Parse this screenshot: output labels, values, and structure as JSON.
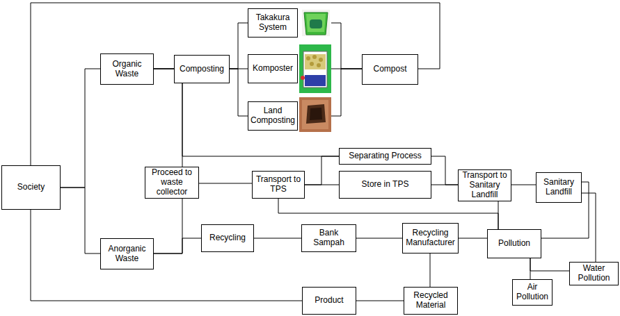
{
  "diagram": {
    "nodes": [
      {
        "text": [
          "Society"
        ]
      },
      {
        "text": [
          "Organic Waste"
        ]
      },
      {
        "text": [
          "Composting"
        ]
      },
      {
        "text": [
          "Takakura System"
        ]
      },
      {
        "text": [
          "Komposter"
        ]
      },
      {
        "text": [
          "Land Composting"
        ]
      },
      {
        "text": [
          "Compost"
        ]
      },
      {
        "text": [
          "Proceed to waste collector"
        ]
      },
      {
        "text": [
          "Transport to TPS"
        ]
      },
      {
        "text": [
          "Separating Process"
        ]
      },
      {
        "text": [
          "Store in TPS"
        ]
      },
      {
        "text": [
          "Transport to Sanitary Landfill"
        ]
      },
      {
        "text": [
          "Sanitary Landfill"
        ]
      },
      {
        "text": [
          "Anorganic Waste"
        ]
      },
      {
        "text": [
          "Recycling"
        ]
      },
      {
        "text": [
          "Bank Sampah"
        ]
      },
      {
        "text": [
          "Recycling Manufacturer"
        ]
      },
      {
        "text": [
          "Pollution"
        ]
      },
      {
        "text": [
          "Water Pollution"
        ]
      },
      {
        "text": [
          "Air Pollution"
        ]
      },
      {
        "text": [
          "Product"
        ]
      },
      {
        "text": [
          "Recycled Material"
        ]
      }
    ],
    "edges": [
      {
        "from": 0,
        "to": 1,
        "arrow": "none"
      },
      {
        "from": 0,
        "to": 13,
        "arrow": "none"
      },
      {
        "from": 1,
        "to": 2,
        "arrow": "none"
      },
      {
        "from": 2,
        "to": 3,
        "arrow": "none"
      },
      {
        "from": 2,
        "to": 4,
        "arrow": "none"
      },
      {
        "from": 2,
        "to": 5,
        "arrow": "none"
      },
      {
        "from": 3,
        "to": 6,
        "arrow": "none"
      },
      {
        "from": 4,
        "to": 6,
        "arrow": "none"
      },
      {
        "from": 5,
        "to": 6,
        "arrow": "none"
      },
      {
        "from": 0,
        "to": 6,
        "arrow": "none"
      },
      {
        "from": 1,
        "to": 7,
        "arrow": "none"
      },
      {
        "from": 1,
        "to": 9,
        "arrow": "none"
      },
      {
        "from": 13,
        "to": 7,
        "arrow": "none"
      },
      {
        "from": 13,
        "to": 14,
        "arrow": "none"
      },
      {
        "from": 7,
        "to": 8,
        "arrow": "none"
      },
      {
        "from": 8,
        "to": 9,
        "arrow": "none"
      },
      {
        "from": 8,
        "to": 10,
        "arrow": "none"
      },
      {
        "from": 9,
        "to": 11,
        "arrow": "none"
      },
      {
        "from": 10,
        "to": 11,
        "arrow": "none"
      },
      {
        "from": 11,
        "to": 12,
        "arrow": "none"
      },
      {
        "from": 8,
        "to": 17,
        "arrow": "none"
      },
      {
        "from": 11,
        "to": 17,
        "arrow": "none"
      },
      {
        "from": 12,
        "to": 17,
        "arrow": "none"
      },
      {
        "from": 12,
        "to": 18,
        "arrow": "none"
      },
      {
        "from": 17,
        "to": 18,
        "arrow": "none"
      },
      {
        "from": 17,
        "to": 19,
        "arrow": "none"
      },
      {
        "from": 14,
        "to": 15,
        "arrow": "none"
      },
      {
        "from": 15,
        "to": 16,
        "arrow": "none"
      },
      {
        "from": 16,
        "to": 17,
        "arrow": "none"
      },
      {
        "from": 16,
        "to": 21,
        "arrow": "none"
      },
      {
        "from": 21,
        "to": 20,
        "arrow": "none"
      },
      {
        "from": 20,
        "to": 0,
        "arrow": "none"
      }
    ]
  }
}
